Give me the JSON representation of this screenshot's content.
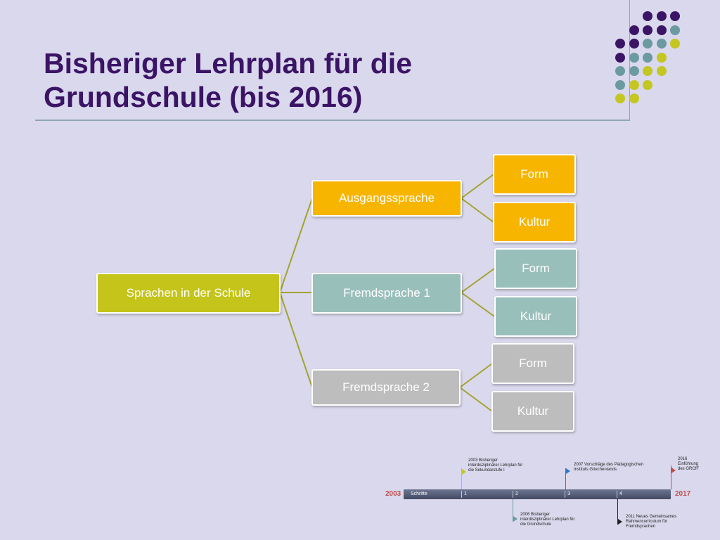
{
  "title": {
    "line1": "Bisheriger Lehrplan für die",
    "line2": "Grundschule (bis 2016)"
  },
  "colors": {
    "title": "#3b1466",
    "background": "#d9d8ec",
    "root": "#c4c41a",
    "source_language": "#f7b500",
    "foreign_language_1": "#99bfbb",
    "foreign_language_2": "#bdbdbd",
    "connector": "#a3a32e"
  },
  "tree": {
    "root": "Sprachen in der Schule",
    "branches": [
      {
        "label": "Ausgangssprache",
        "children": [
          "Form",
          "Kultur"
        ]
      },
      {
        "label": "Fremdsprache 1",
        "children": [
          "Form",
          "Kultur"
        ]
      },
      {
        "label": "Fremdsprache 2",
        "children": [
          "Form",
          "Kultur"
        ]
      }
    ]
  },
  "timeline": {
    "start_year": "2003",
    "end_year": "2017",
    "bar_label": "Schritte",
    "steps": [
      "1",
      "2",
      "3",
      "4"
    ],
    "events": [
      {
        "text_lines": [
          "2003 Bisheriger",
          "interdisziplinärer Lehrplan für",
          "die Sekundarstufe I"
        ],
        "color": "#c4c621"
      },
      {
        "text_lines": [
          "2006 Bisheriger",
          "interdisziplinärer Lehrplan für",
          "die Grundschule"
        ],
        "color": "#6b9aa0"
      },
      {
        "text_lines": [
          "2007 Vorschläge des Pädagogischen",
          "Instituts Griechenlands"
        ],
        "color": "#2f78c4"
      },
      {
        "text_lines": [
          "2011 Neues Gemeinsames",
          "Rahmencurriculum für",
          "Fremdsprachen"
        ],
        "color": "#222222"
      },
      {
        "text_lines": [
          "2016",
          "Einführung",
          "des GRCfF"
        ],
        "color": "#c0504d"
      }
    ]
  }
}
